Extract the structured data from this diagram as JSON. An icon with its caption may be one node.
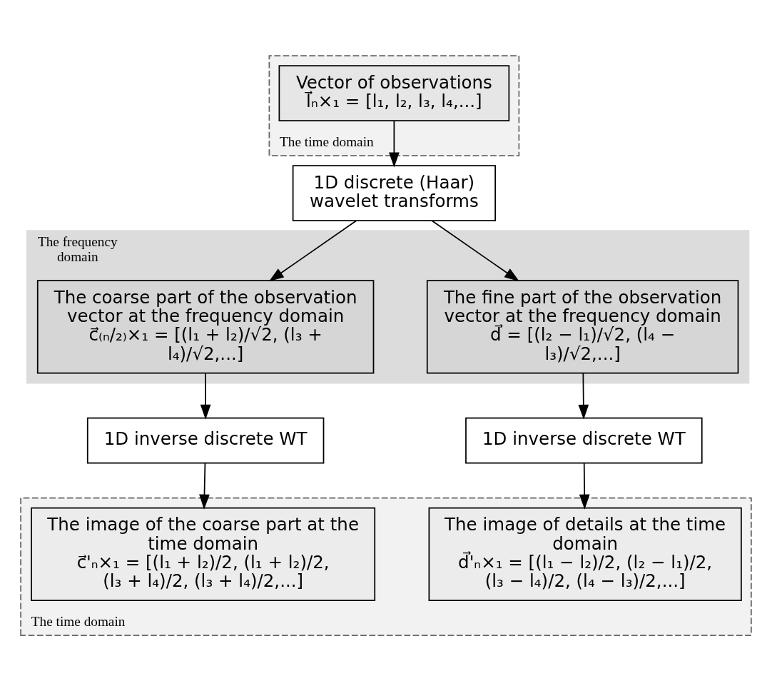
{
  "diagram": {
    "nodes": [
      {
        "text": [
          "The time domain"
        ]
      },
      {
        "text": [
          "Vector of observations",
          "l⃗ₙ×₁ = [l₁, l₂, l₃, l₄,...]"
        ],
        "in": 0
      },
      {
        "text": [
          "1D discrete (Haar) wavelet transforms"
        ]
      },
      {
        "text": [
          "The frequency domain"
        ]
      },
      {
        "text": [
          "The coarse part of the observation vector at the frequency domain",
          "c⃗₍ₙ/₂₎×₁ = [(l₁ + l₂)/√2, (l₃ + l₄)/√2,...]"
        ],
        "in": 3
      },
      {
        "text": [
          "The fine part of the observation vector at the frequency domain",
          "d⃗ = [(l₂ − l₁)/√2, (l₄ − l₃)/√2,...]"
        ],
        "in": 3
      },
      {
        "text": [
          "1D inverse discrete WT"
        ]
      },
      {
        "text": [
          "1D inverse discrete WT"
        ]
      },
      {
        "text": [
          "The time domain"
        ]
      },
      {
        "text": [
          "The image of the coarse part at the time domain",
          "c⃗'ₙ×₁ = [(l₁ + l₂)/2, (l₁ + l₂)/2, (l₃ + l₄)/2, (l₃ + l₄)/2,...]"
        ],
        "in": 8
      },
      {
        "text": [
          "The image of details at the time domain",
          "d⃗'ₙ×₁ = [(l₁ − l₂)/2, (l₂ − l₁)/2, (l₃ − l₄)/2, (l₄ − l₃)/2,...]"
        ],
        "in": 8
      }
    ],
    "edges": [
      {
        "from": 1,
        "to": 2,
        "arrow": "to"
      },
      {
        "from": 2,
        "to": 4,
        "arrow": "to"
      },
      {
        "from": 2,
        "to": 5,
        "arrow": "to"
      },
      {
        "from": 4,
        "to": 6,
        "arrow": "to"
      },
      {
        "from": 5,
        "to": 7,
        "arrow": "to"
      },
      {
        "from": 6,
        "to": 9,
        "arrow": "to"
      },
      {
        "from": 7,
        "to": 10,
        "arrow": "to"
      }
    ]
  }
}
